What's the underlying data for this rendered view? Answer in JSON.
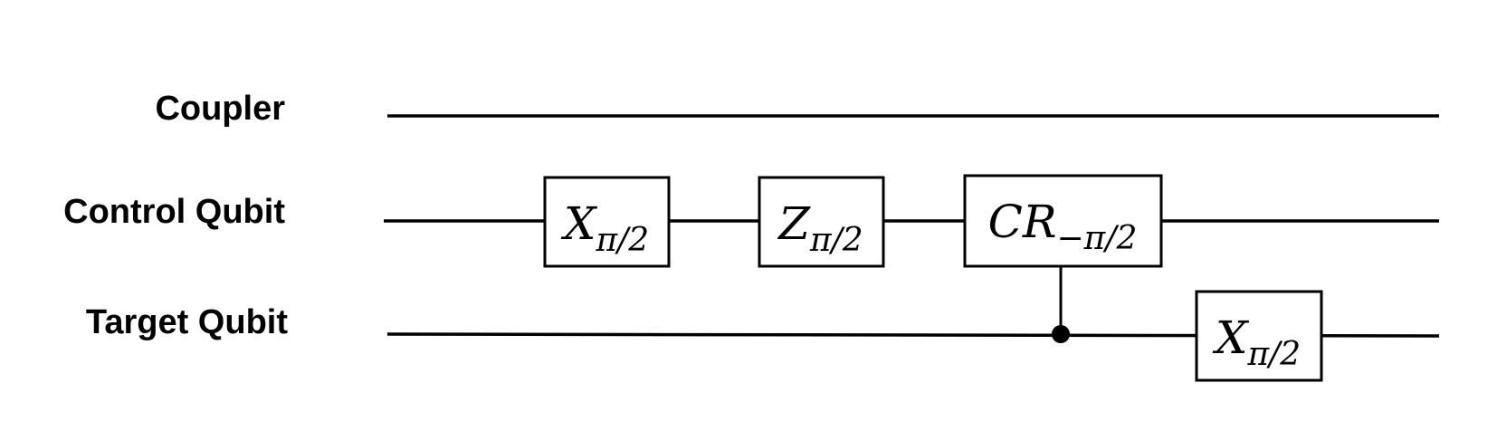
{
  "wires": [
    {
      "id": "coupler",
      "label": "Coupler"
    },
    {
      "id": "control",
      "label": "Control Qubit"
    },
    {
      "id": "target",
      "label": "Target Qubit"
    }
  ],
  "gates": [
    {
      "id": "x-pi-2-control",
      "wire": "control",
      "main": "X",
      "sub": "π/2"
    },
    {
      "id": "z-pi-2-control",
      "wire": "control",
      "main": "Z",
      "sub": "π/2"
    },
    {
      "id": "cr-minus-pi-2",
      "wire": "control",
      "main": "CR",
      "sub": "−π/2",
      "control_wire": "target"
    },
    {
      "id": "x-pi-2-target",
      "wire": "target",
      "main": "X",
      "sub": "π/2"
    }
  ]
}
